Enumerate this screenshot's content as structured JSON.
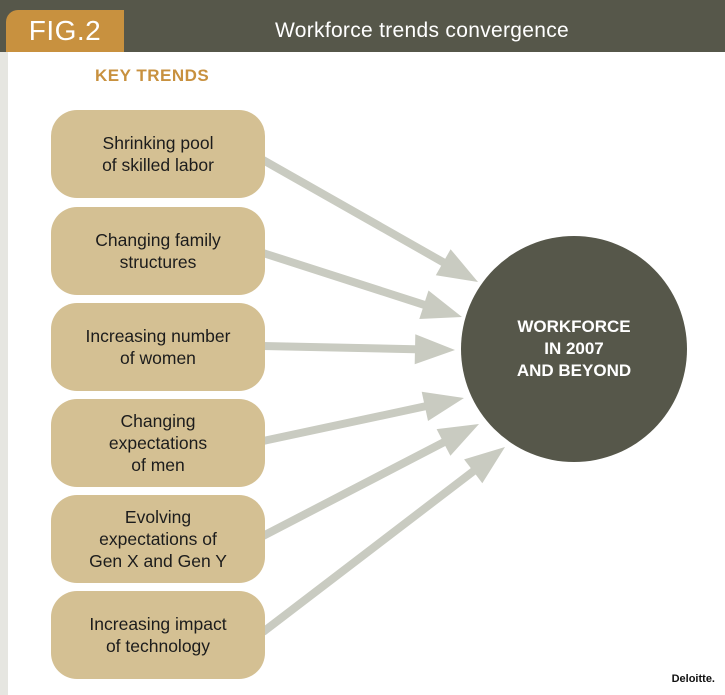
{
  "header": {
    "fig_label": "FIG.2",
    "title": "Workforce trends convergence"
  },
  "key_label": "KEY TRENDS",
  "trends": [
    "Shrinking pool\nof skilled labor",
    "Changing family\nstructures",
    "Increasing number\nof women",
    "Changing\nexpectations\nof men",
    "Evolving\nexpectations of\nGen X and Gen Y",
    "Increasing impact\nof technology"
  ],
  "hub": {
    "label": "WORKFORCE\nIN 2007\nAND BEYOND"
  },
  "brand": "Deloitte.",
  "colors": {
    "header_bg": "#56574a",
    "fig_tab": "#c8913f",
    "box_fill": "#d4c093",
    "arrow": "#c9cbc1",
    "hub_fill": "#56574a",
    "key_label": "#c8913f"
  }
}
